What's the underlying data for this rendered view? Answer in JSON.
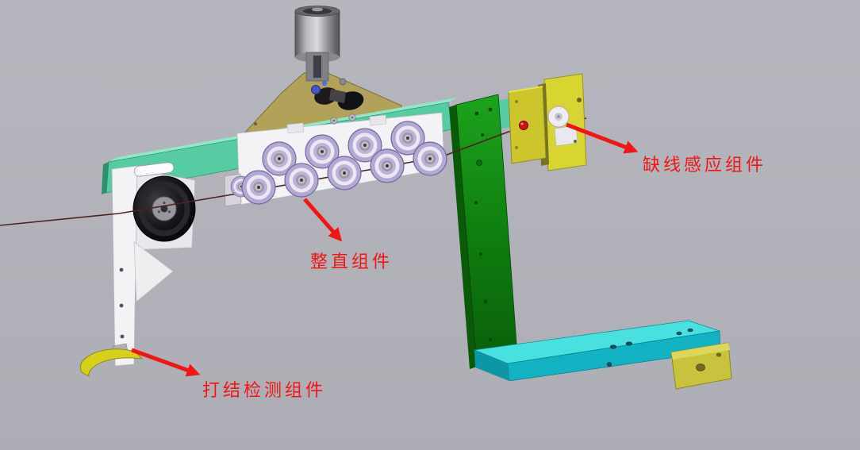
{
  "scene": {
    "description": "3D CAD rendering of a wire-handling machine assembly with red callout annotations",
    "background_top": "#b6b7be",
    "background_bottom": "#adaeb5"
  },
  "colors": {
    "annotation": "#f21515",
    "beam": "#57cba2",
    "beam_top": "#8fe9c8",
    "mount": "#b2a158",
    "column": "#108010",
    "arm_top": "#49e0e0",
    "arm_front": "#12b2c2",
    "roller": "#b3a8d4",
    "hook": "#d6cf1e",
    "sensor_block": "#ccc62c",
    "end_block": "#c9c23c",
    "wire": "#4e2222"
  },
  "annotations": [
    {
      "id": "wire-missing-sensor",
      "label": "缺线感应组件"
    },
    {
      "id": "straightening",
      "label": "整直组件"
    },
    {
      "id": "knot-detection",
      "label": "打结检测组件"
    }
  ]
}
